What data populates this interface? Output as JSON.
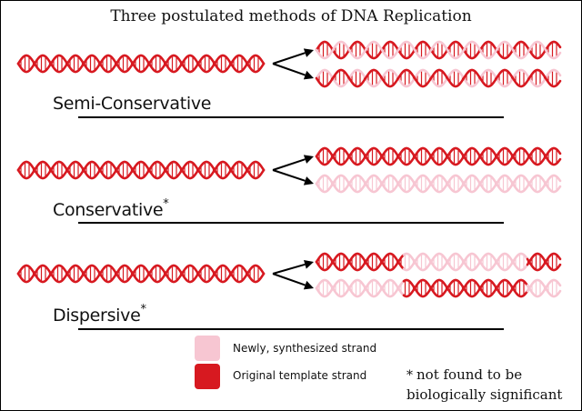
{
  "title": "Three postulated methods of DNA Replication",
  "colors": {
    "original": "#d71920",
    "new": "#f7c6d2",
    "arrow": "#000000"
  },
  "methods": [
    {
      "label": "Semi-Conservative",
      "note": "",
      "copies": [
        {
          "top": "new",
          "bottom": "original"
        },
        {
          "top": "original",
          "bottom": "new"
        }
      ]
    },
    {
      "label": "Conservative",
      "note": "*",
      "copies": [
        {
          "top": "original",
          "bottom": "original"
        },
        {
          "top": "new",
          "bottom": "new"
        }
      ]
    },
    {
      "label": "Dispersive",
      "note": "*",
      "copies": [
        {
          "segments": [
            "original",
            "new",
            "original"
          ]
        },
        {
          "segments": [
            "new",
            "original",
            "new"
          ]
        }
      ]
    }
  ],
  "legend": {
    "new_label": "Newly, synthesized strand",
    "original_label": "Original template strand"
  },
  "footnote": {
    "marker": "*",
    "line1": "not found to be",
    "line2": "biologically significant"
  }
}
